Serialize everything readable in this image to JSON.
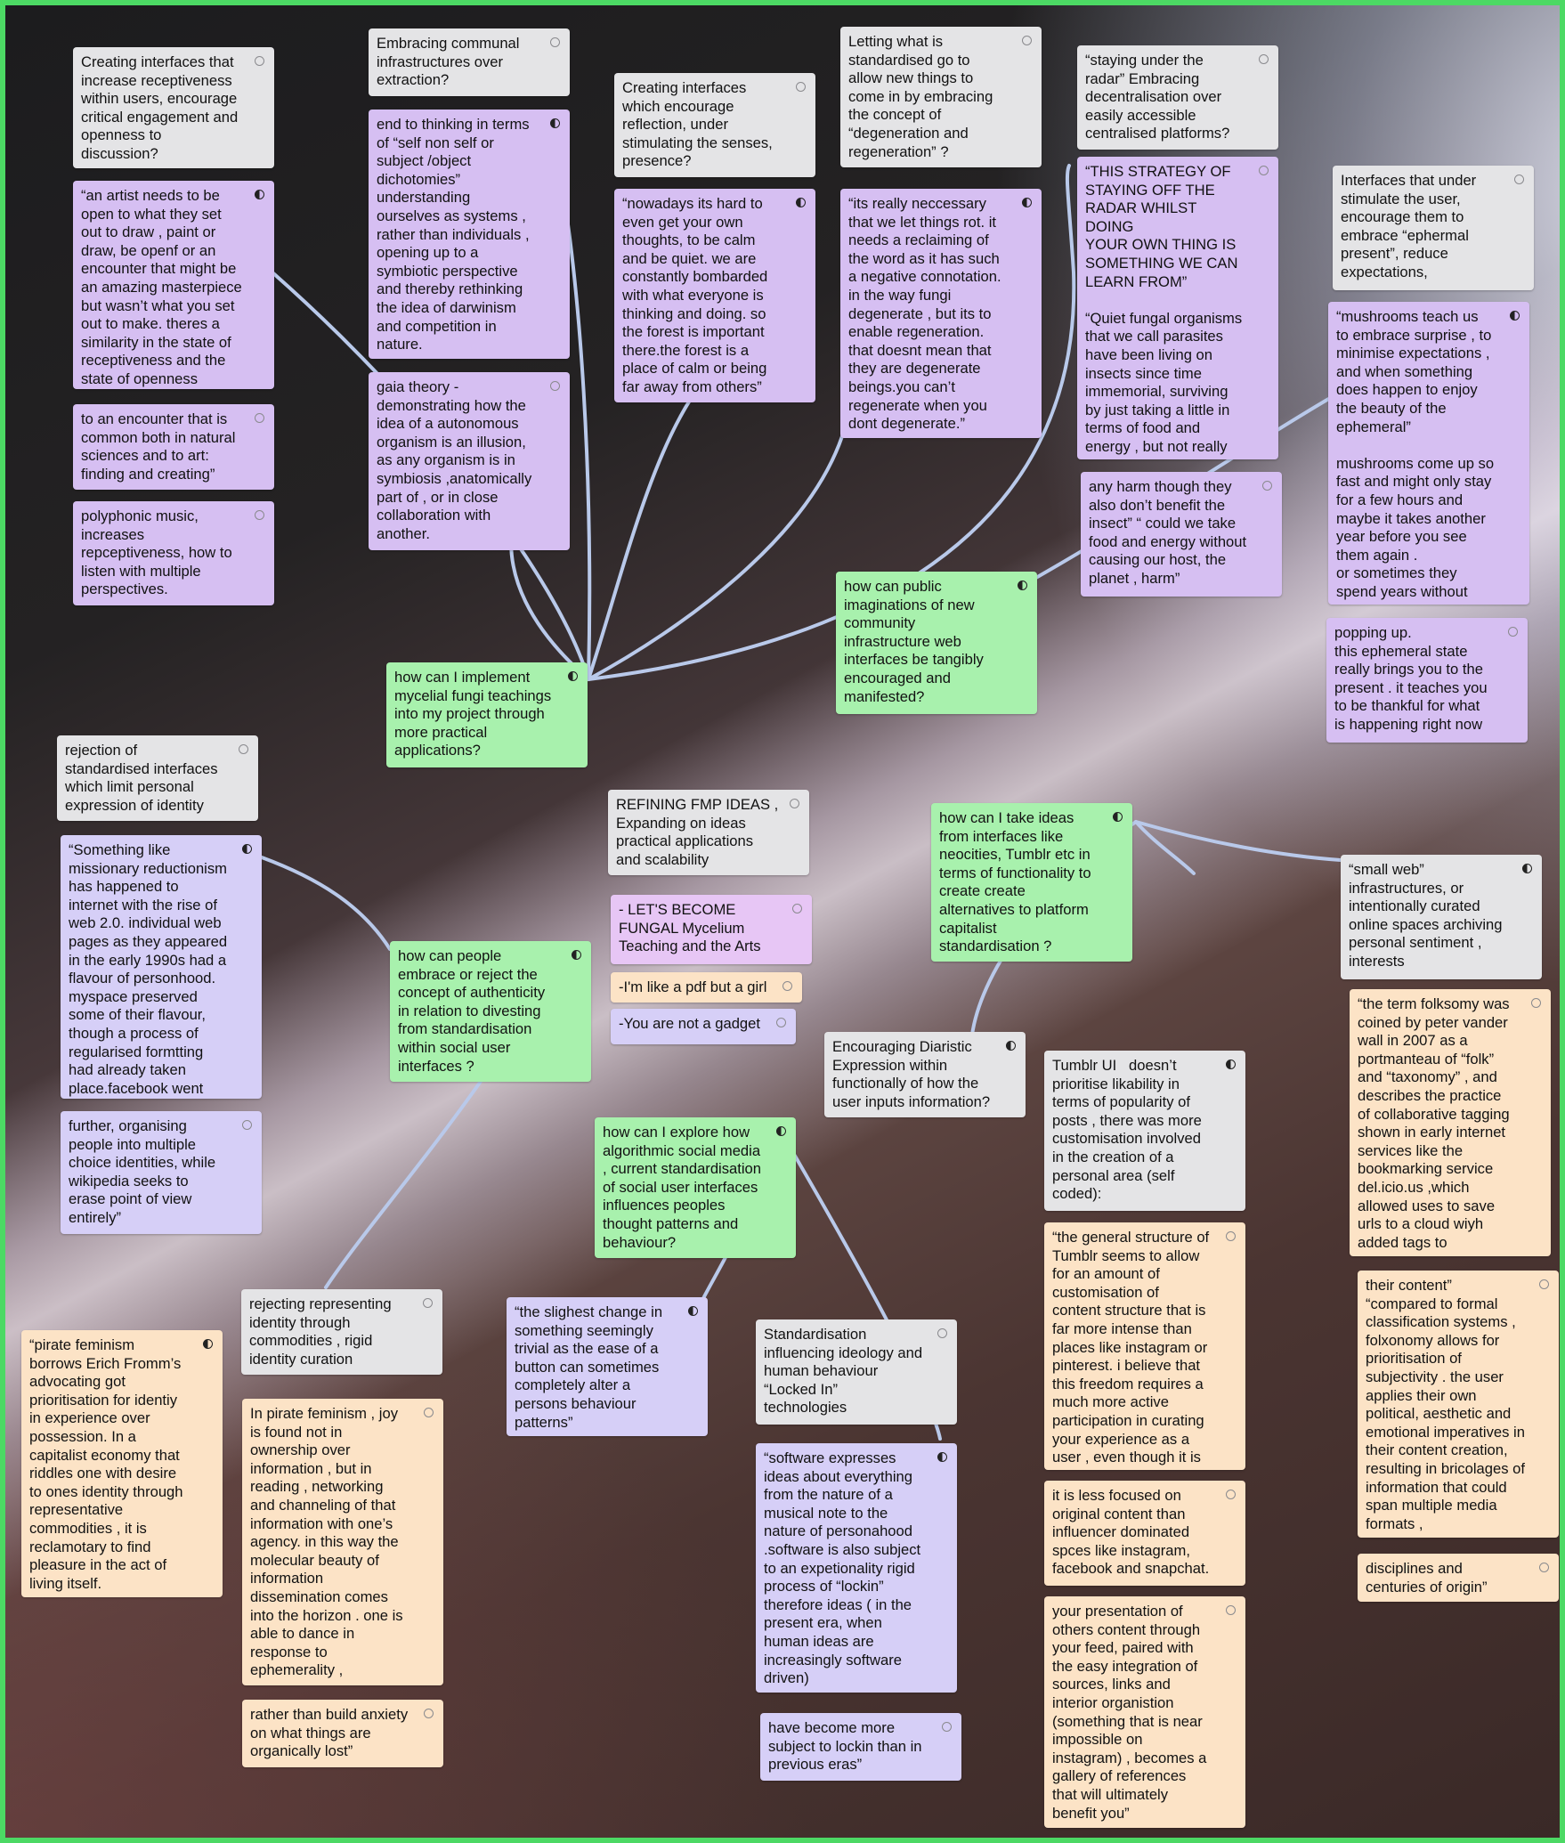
{
  "colors": {
    "frame": "#4cd964",
    "connector": "#b9c9ea",
    "grey": "#e4e4e6",
    "purple": "#d6bff2",
    "lilac": "#d6cff7",
    "green": "#a8f1ad",
    "peach": "#fce3c6",
    "pink": "#e7c6f5"
  },
  "cards": [
    {
      "id": "c1",
      "color": "grey",
      "icon": "circle-icon",
      "text": "Creating interfaces that\nincrease receptiveness\nwithin users, encourage\ncritical engagement and\nopenness to\ndiscussion?"
    },
    {
      "id": "c2",
      "color": "purple",
      "icon": "half-circle-icon",
      "text": "“an artist needs to be\nopen to what they set\nout to draw , paint or\ndraw, be openf or an\nencounter that might be\nan amazing masterpiece\nbut wasn’t what you set\nout to make. theres a\nsimilarity in the state of\nreceptiveness and the\nstate of openness"
    },
    {
      "id": "c3",
      "color": "purple",
      "icon": "circle-icon",
      "text": "to an encounter that is\ncommon both in natural\nsciences and to art:\nfinding and creating”"
    },
    {
      "id": "c4",
      "color": "purple",
      "icon": "circle-icon",
      "text": "polyphonic music,\nincreases\nrepceptiveness, how to\nlisten with multiple\nperspectives."
    },
    {
      "id": "c5",
      "color": "grey",
      "icon": "circle-icon",
      "text": "Embracing communal\ninfrastructures over\nextraction?"
    },
    {
      "id": "c6",
      "color": "purple",
      "icon": "half-circle-icon",
      "text": "end to thinking in terms\nof “self non self or\nsubject /object\ndichotomies”\nunderstanding\nourselves as systems ,\nrather than individuals ,\nopening up to a\nsymbiotic perspective\nand thereby rethinking\nthe idea of darwinism\nand competition in\nnature."
    },
    {
      "id": "c7",
      "color": "purple",
      "icon": "circle-icon",
      "text": "gaia theory -\ndemonstrating how the\nidea of a autonomous\norganism is an illusion,\nas any organism is in\nsymbiosis ,anatomically\npart of , or in close\ncollaboration with\nanother."
    },
    {
      "id": "c8",
      "color": "grey",
      "icon": "circle-icon",
      "text": "Creating interfaces\nwhich encourage\nreflection, under\nstimulating the senses,\npresence?"
    },
    {
      "id": "c9",
      "color": "purple",
      "icon": "half-circle-icon",
      "text": "“nowadays its hard to\neven get your own\nthoughts, to be calm\nand be quiet. we are\nconstantly bombarded\nwith what everyone is\nthinking and doing. so\nthe forest is important\nthere.the forest is a\nplace of calm or being\nfar away from others”"
    },
    {
      "id": "c10",
      "color": "grey",
      "icon": "circle-icon",
      "text": "Letting what is\nstandardised go to\nallow new things to\ncome in by embracing\nthe concept of\n“degeneration and\nregeneration” ?"
    },
    {
      "id": "c11",
      "color": "purple",
      "icon": "half-circle-icon",
      "text": "“its really neccessary\nthat we let things rot. it\nneeds a reclaiming of\nthe word as it has such\na negative connotation.\nin the way fungi\ndegenerate , but its to\nenable regeneration.\nthat doesnt mean that\nthey are degenerate\nbeings.you can’t\nregenerate when you\ndont degenerate.”"
    },
    {
      "id": "c12",
      "color": "grey",
      "icon": "circle-icon",
      "text": "“staying under the\nradar” Embracing\ndecentralisation over\neasily accessible\ncentralised platforms?"
    },
    {
      "id": "c13",
      "color": "purple",
      "icon": "circle-icon",
      "text": "“THIS STRATEGY OF\nSTAYING OFF THE\nRADAR WHILST DOING\nYOUR OWN THING IS\nSOMETHING WE CAN\nLEARN FROM”\n\n“Quiet fungal organisms\nthat we call parasites\nhave been living on\ninsects since time\nimmemorial, surviving\nby just taking a little in\nterms of food and\nenergy , but not really\ncausing their host"
    },
    {
      "id": "c14",
      "color": "purple",
      "icon": "circle-icon",
      "text": "any harm though they\nalso don’t benefit the\ninsect” “ could we take\nfood and energy without\ncausing our host, the\nplanet , harm”"
    },
    {
      "id": "c15",
      "color": "grey",
      "icon": "circle-icon",
      "text": "Interfaces that under\nstimulate the user,\nencourage them to\nembrace “ephermal\npresent”, reduce\nexpectations,"
    },
    {
      "id": "c16",
      "color": "purple",
      "icon": "half-circle-icon",
      "text": "“mushrooms teach us\nto embrace surprise , to\nminimise expectations ,\nand when something\ndoes happen to enjoy\nthe beauty of the\nephemeral”\n\nmushrooms come up so\nfast and might only stay\nfor a few hours and\nmaybe it takes another\nyear before you see\nthem again .\nor sometimes they\nspend years without"
    },
    {
      "id": "c17",
      "color": "purple",
      "icon": "circle-icon",
      "text": "popping up.\nthis ephemeral state\nreally brings you to the\npresent . it teaches you\nto be thankful for what\nis happening right now"
    },
    {
      "id": "c18",
      "color": "green",
      "icon": "half-circle-icon",
      "text": "how can I implement\nmycelial fungi teachings\ninto my project through\nmore practical\napplications?"
    },
    {
      "id": "c19",
      "color": "green",
      "icon": "half-circle-icon",
      "text": "how can public\nimaginations of new\ncommunity\ninfrastructure web\ninterfaces be tangibly\nencouraged and\nmanifested?"
    },
    {
      "id": "c20",
      "color": "grey",
      "icon": "circle-icon",
      "text": "rejection of\nstandardised interfaces\nwhich limit personal\nexpression of identity"
    },
    {
      "id": "c21",
      "color": "lilac",
      "icon": "half-circle-icon",
      "text": "“Something like\nmissionary reductionism\nhas happened to\ninternet with the rise of\nweb 2.0. individual web\npages as they appeared\nin the early 1990s had a\nflavour of personhood.\nmyspace preserved\nsome of their flavour,\nthough a process of\nregularised formtting\nhad already taken\nplace.facebook went"
    },
    {
      "id": "c22",
      "color": "lilac",
      "icon": "circle-icon",
      "text": "further, organising\npeople into multiple\nchoice identities, while\nwikipedia seeks to\nerase point of view\nentirely”"
    },
    {
      "id": "c23",
      "color": "green",
      "icon": "half-circle-icon",
      "text": "how can people\nembrace or reject the\nconcept of authenticity\nin relation to divesting\nfrom standardisation\nwithin social user\ninterfaces ?"
    },
    {
      "id": "c24",
      "color": "grey",
      "icon": "circle-icon",
      "text": "REFINING FMP IDEAS ,\nExpanding on ideas\npractical applications\nand scalability"
    },
    {
      "id": "c25",
      "color": "pink",
      "icon": "circle-icon",
      "text": "- LET'S BECOME\nFUNGAL Mycelium\nTeaching and the Arts"
    },
    {
      "id": "c26",
      "color": "peach",
      "icon": "circle-icon",
      "text": "-I'm like a pdf but a girl"
    },
    {
      "id": "c27",
      "color": "lilac",
      "icon": "circle-icon",
      "text": "-You are not a gadget"
    },
    {
      "id": "c28",
      "color": "green",
      "icon": "half-circle-icon",
      "text": "how can I take ideas\nfrom interfaces like\nneocities, Tumblr etc in\nterms of functionality to\ncreate create\nalternatives to platform\ncapitalist\nstandardisation ?"
    },
    {
      "id": "c29",
      "color": "grey",
      "icon": "half-circle-icon",
      "text": "“small web”\ninfrastructures, or\nintentionally curated\nonline spaces archiving\npersonal sentiment ,\ninterests"
    },
    {
      "id": "c30",
      "color": "peach",
      "icon": "circle-icon",
      "text": "“the term folksomy was\ncoined by peter vander\nwall in 2007 as a\nportmanteau of “folk”\nand “taxonomy” , and\ndescribes the practice\nof collaborative tagging\nshown in early internet\nservices like the\nbookmarking service\ndel.icio.us ,which\nallowed uses to save\nurls to a cloud wiyh\nadded tags to"
    },
    {
      "id": "c31",
      "color": "peach",
      "icon": "circle-icon",
      "text": "their content”\n“compared to formal\nclassification systems ,\nfolxonomy allows for\nprioritisation of\nsubjectivity . the user\napplies their own\npolitical, aesthetic and\nemotional imperatives in\ntheir content creation,\nresulting in bricolages of\ninformation that could\nspan multiple media\nformats ,"
    },
    {
      "id": "c32",
      "color": "peach",
      "icon": "circle-icon",
      "text": "disciplines and\ncenturies of origin”"
    },
    {
      "id": "c33",
      "color": "grey",
      "icon": "half-circle-icon",
      "text": "Encouraging Diaristic\nExpression within\nfunctionally of how the\nuser inputs information?"
    },
    {
      "id": "c34",
      "color": "grey",
      "icon": "half-circle-icon",
      "text": "Tumblr UI   doesn’t\nprioritise likability in\nterms of popularity of\nposts , there was more\ncustomisation involved\nin the creation of a\npersonal area (self\ncoded):"
    },
    {
      "id": "c35",
      "color": "peach",
      "icon": "circle-icon",
      "text": "“the general structure of\nTumblr seems to allow\nfor an amount of\ncustomisation of\ncontent structure that is\nfar more intense than\nplaces like instagram or\npinterest. i believe that\nthis freedom requires a\nmuch more active\nparticipation in curating\nyour experience as a\nuser , even though it is"
    },
    {
      "id": "c36",
      "color": "peach",
      "icon": "circle-icon",
      "text": "it is less focused on\noriginal content than\ninfluencer dominated\nspces like instagram,\nfacebook and snapchat."
    },
    {
      "id": "c37",
      "color": "peach",
      "icon": "circle-icon",
      "text": "your presentation of\nothers content through\nyour feed, paired with\nthe easy integration of\nsources, links and\ninterior organistion\n(something that is near\nimpossible on\ninstagram) , becomes a\ngallery of references\nthat will ultimately\nbenefit you”"
    },
    {
      "id": "c38",
      "color": "green",
      "icon": "half-circle-icon",
      "text": "how can I explore how\nalgorithmic social media\n, current standardisation\nof social user interfaces\ninfluences peoples\nthought patterns and\nbehaviour?"
    },
    {
      "id": "c39",
      "color": "lilac",
      "icon": "half-circle-icon",
      "text": "“the slighest change in\nsomething seemingly\ntrivial as the ease of a\nbutton can sometimes\ncompletely alter a\npersons behaviour\npatterns”"
    },
    {
      "id": "c40",
      "color": "grey",
      "icon": "circle-icon",
      "text": "Standardisation\ninfluencing ideology and\nhuman behaviour\n“Locked In”\ntechnologies"
    },
    {
      "id": "c41",
      "color": "lilac",
      "icon": "half-circle-icon",
      "text": "“software expresses\nideas about everything\nfrom the nature of a\nmusical note to the\nnature of personahood\n.software is also subject\nto an expetionality rigid\nprocess of “lockin”\ntherefore ideas ( in the\npresent era, when\nhuman ideas are\nincreasingly software\ndriven)"
    },
    {
      "id": "c42",
      "color": "lilac",
      "icon": "circle-icon",
      "text": "have become more\nsubject to lockin than in\nprevious eras”"
    },
    {
      "id": "c43",
      "color": "peach",
      "icon": "half-circle-icon",
      "text": "“pirate feminism\nborrows Erich Fromm’s\nadvocating got\nprioritisation for identiy\nin experience over\npossession. In a\ncapitalist economy that\nriddles one with desire\nto ones identity through\nrepresentative\ncommodities , it is\nreclamotary to find\npleasure in the act of\nliving itself."
    },
    {
      "id": "c44",
      "color": "grey",
      "icon": "circle-icon",
      "text": "rejecting representing\nidentity through\ncommodities , rigid\nidentity curation"
    },
    {
      "id": "c45",
      "color": "peach",
      "icon": "circle-icon",
      "text": "In pirate feminism , joy\nis found not in\nownership over\ninformation , but in\nreading , networking\nand channeling of that\ninformation with one’s\nagency. in this way the\nmolecular beauty of\ninformation\ndissemination comes\ninto the horizon . one is\nable to dance in\nresponse to\nephemerality ,"
    },
    {
      "id": "c46",
      "color": "peach",
      "icon": "circle-icon",
      "text": "rather than build anxiety\non what things are\norganically lost”"
    }
  ]
}
